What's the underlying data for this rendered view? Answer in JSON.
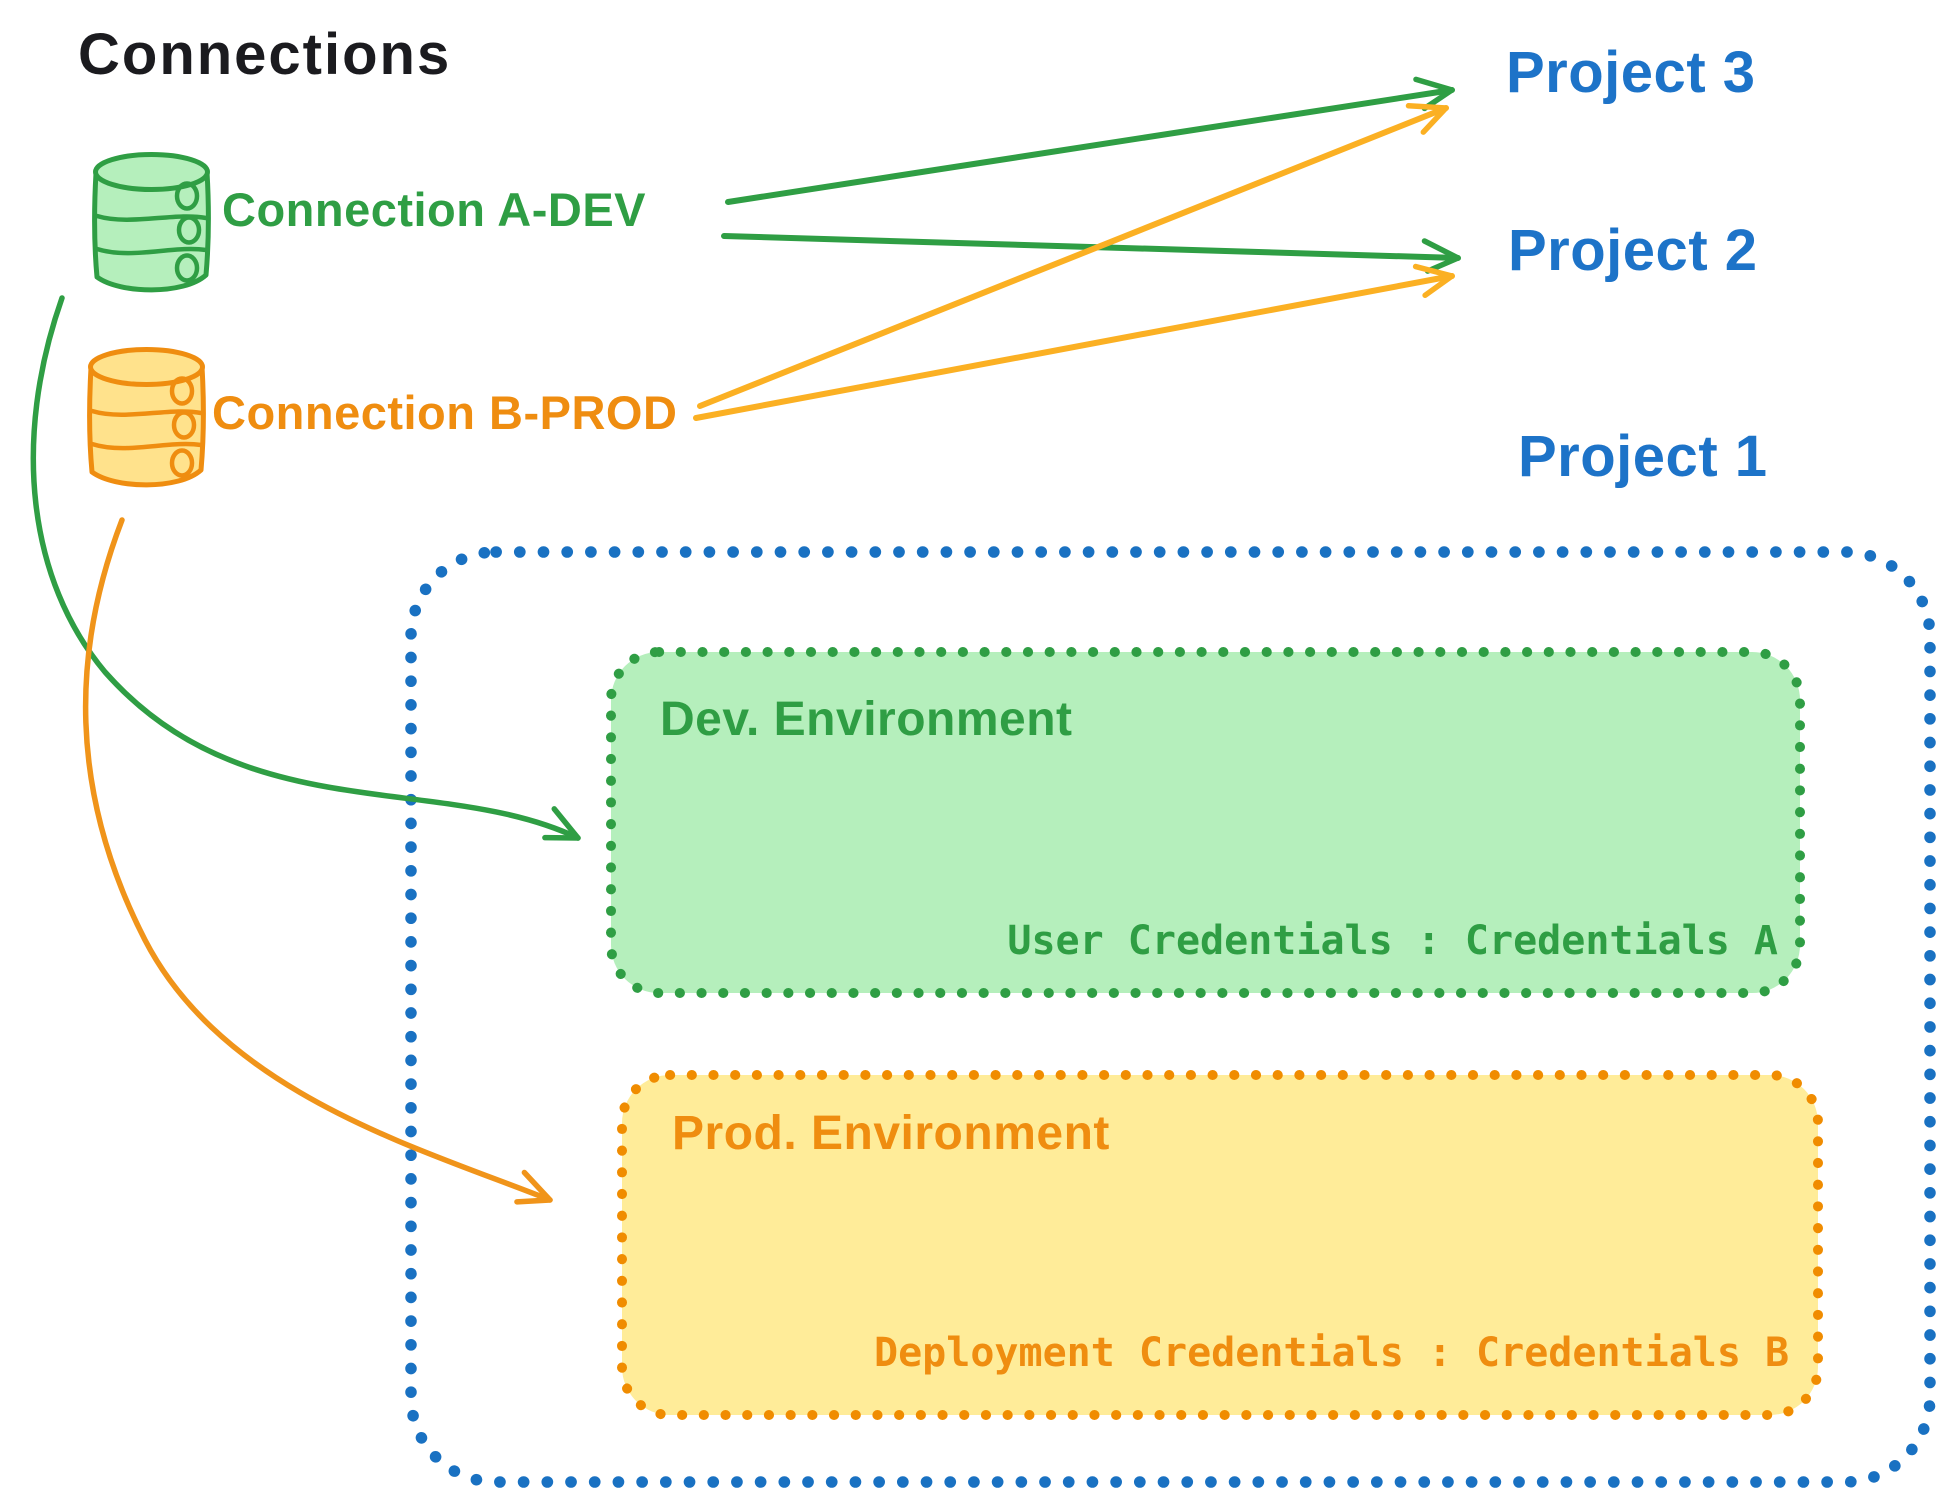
{
  "title": "Connections",
  "connections": [
    {
      "label": "Connection A-DEV",
      "kind": "dev",
      "icon": "database-icon",
      "color": "#2f9e44"
    },
    {
      "label": "Connection B-PROD",
      "kind": "prod",
      "icon": "database-icon",
      "color": "#ef8d10"
    }
  ],
  "projects": [
    {
      "label": "Project 3"
    },
    {
      "label": "Project 2"
    },
    {
      "label": "Project 1"
    }
  ],
  "project1_detail": {
    "environments": [
      {
        "name": "Dev. Environment",
        "credentials": "User Credentials : Credentials A",
        "fill": "#b5efbc",
        "stroke": "#2f9e44"
      },
      {
        "name": "Prod. Environment",
        "credentials": "Deployment Credentials : Credentials B",
        "fill": "#ffec99",
        "stroke": "#f08c00"
      }
    ]
  },
  "links": [
    {
      "from": "Connection A-DEV",
      "to": "Project 3",
      "style": "straight",
      "color": "#2f9e44"
    },
    {
      "from": "Connection A-DEV",
      "to": "Project 2",
      "style": "straight",
      "color": "#2f9e44"
    },
    {
      "from": "Connection B-PROD",
      "to": "Project 3",
      "style": "straight",
      "color": "#fbb023"
    },
    {
      "from": "Connection B-PROD",
      "to": "Project 2",
      "style": "straight",
      "color": "#fbb023"
    },
    {
      "from": "Connection A-DEV",
      "to": "Dev. Environment",
      "style": "curved",
      "color": "#2f9e44"
    },
    {
      "from": "Connection B-PROD",
      "to": "Prod. Environment",
      "style": "curved",
      "color": "#f0941a"
    }
  ],
  "colors": {
    "project_blue": "#1d73c8",
    "container_blue": "#1971c2",
    "title_black": "#1b1b1f"
  }
}
